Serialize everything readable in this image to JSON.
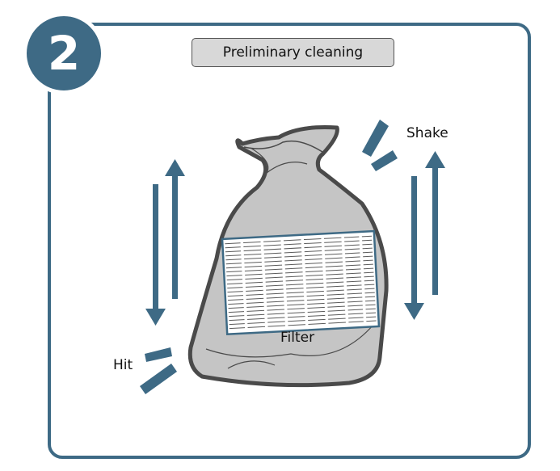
{
  "step": {
    "number": "2"
  },
  "title": "Preliminary cleaning",
  "labels": {
    "shake": "Shake",
    "hit": "Hit",
    "filter": "Filter"
  },
  "colors": {
    "accent": "#3e6a85",
    "bag_fill": "#c5c5c5",
    "bag_outline": "#4a4a4a",
    "title_bg": "#d8d8d8"
  },
  "icons": [
    "up-arrow-icon",
    "down-arrow-icon",
    "motion-lines-icon"
  ]
}
